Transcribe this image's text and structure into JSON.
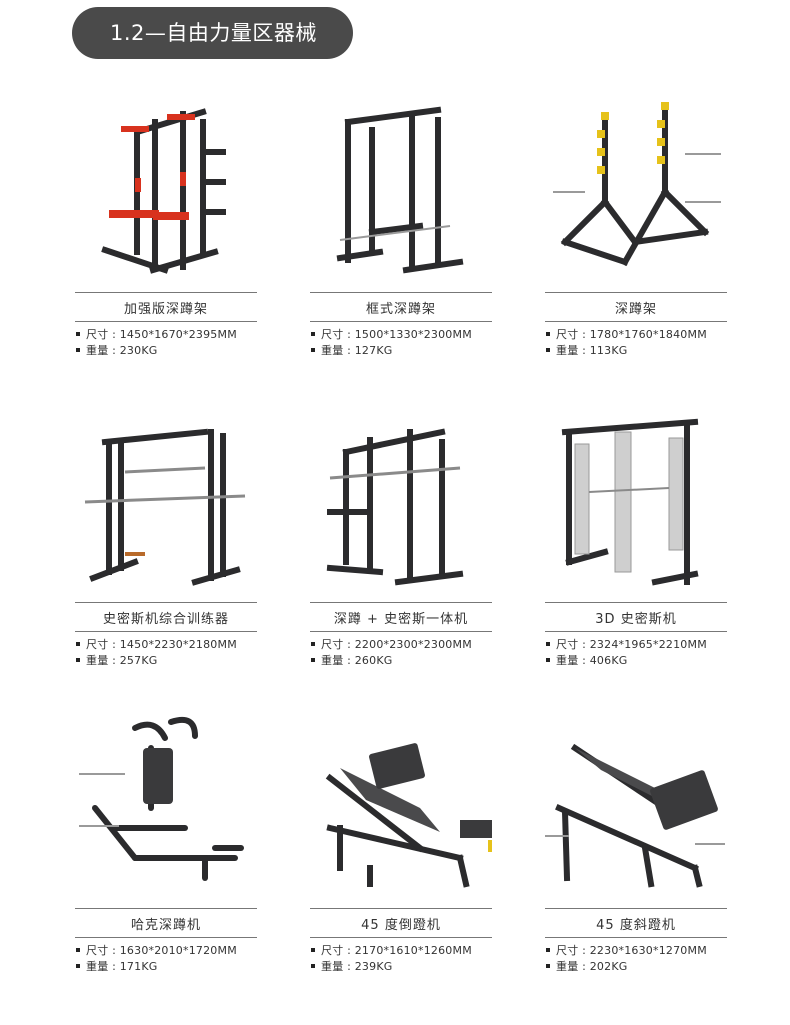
{
  "section": {
    "title": "1.2—自由力量区器械"
  },
  "colors": {
    "pill_bg": "#4a4a4a",
    "frame": "#2b2b2d",
    "accent_red": "#d8321e",
    "accent_yellow": "#e6c21a"
  },
  "products": [
    {
      "name": "加强版深蹲架",
      "size_label": "尺寸",
      "size": "1450*1670*2395MM",
      "weight_label": "重量",
      "weight": "230KG",
      "image": "half-rack-red-accent"
    },
    {
      "name": "框式深蹲架",
      "size_label": "尺寸",
      "size": "1500*1330*2300MM",
      "weight_label": "重量",
      "weight": "127KG",
      "image": "power-cage"
    },
    {
      "name": "深蹲架",
      "size_label": "尺寸",
      "size": "1780*1760*1840MM",
      "weight_label": "重量",
      "weight": "113KG",
      "image": "squat-rack-yellow-hooks"
    },
    {
      "name": "史密斯机综合训练器",
      "size_label": "尺寸",
      "size": "1450*2230*2180MM",
      "weight_label": "重量",
      "weight": "257KG",
      "image": "smith-machine"
    },
    {
      "name": "深蹲 + 史密斯一体机",
      "size_label": "尺寸",
      "size": "2200*2300*2300MM",
      "weight_label": "重量",
      "weight": "260KG",
      "image": "squat-smith-combo"
    },
    {
      "name": "3D 史密斯机",
      "size_label": "尺寸",
      "size": "2324*1965*2210MM",
      "weight_label": "重量",
      "weight": "406KG",
      "image": "3d-smith-machine"
    },
    {
      "name": "哈克深蹲机",
      "size_label": "尺寸",
      "size": "1630*2010*1720MM",
      "weight_label": "重量",
      "weight": "171KG",
      "image": "hack-squat"
    },
    {
      "name": "45 度倒蹬机",
      "size_label": "尺寸",
      "size": "2170*1610*1260MM",
      "weight_label": "重量",
      "weight": "239KG",
      "image": "leg-press-45"
    },
    {
      "name": "45 度斜蹬机",
      "size_label": "尺寸",
      "size": "2230*1630*1270MM",
      "weight_label": "重量",
      "weight": "202KG",
      "image": "hack-slide-45"
    }
  ]
}
